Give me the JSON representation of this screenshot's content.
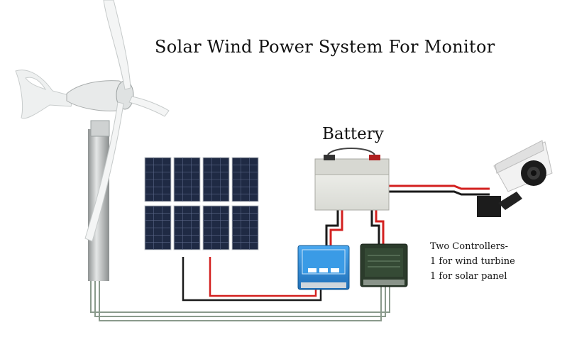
{
  "title": "Solar Wind Power System For Monitor",
  "battery_label": "Battery",
  "notes": {
    "line1": "Two Controllers-",
    "line2": "1 for wind turbine",
    "line3": "1 for solar panel"
  },
  "colors": {
    "wire_red": "#d3201f",
    "wire_black": "#1a1a1a",
    "wire_gray": "#7a8a7e",
    "turbine_white": "#eef0f0",
    "pole_steel": "#b9bcbc",
    "solar_cell": "#1f2a44",
    "battery_body": "#e9eae6",
    "battery_top": "#d7d8d2",
    "controller_blue": "#2d8fe0",
    "controller_green": "#2b3b2b",
    "camera_white": "#f2f2f2"
  },
  "components": {
    "wind_turbine": "wind-turbine",
    "solar_panels": "solar-panel-array",
    "battery": "battery",
    "solar_controller": "solar-charge-controller",
    "wind_controller": "wind-charge-controller",
    "camera": "security-camera"
  }
}
